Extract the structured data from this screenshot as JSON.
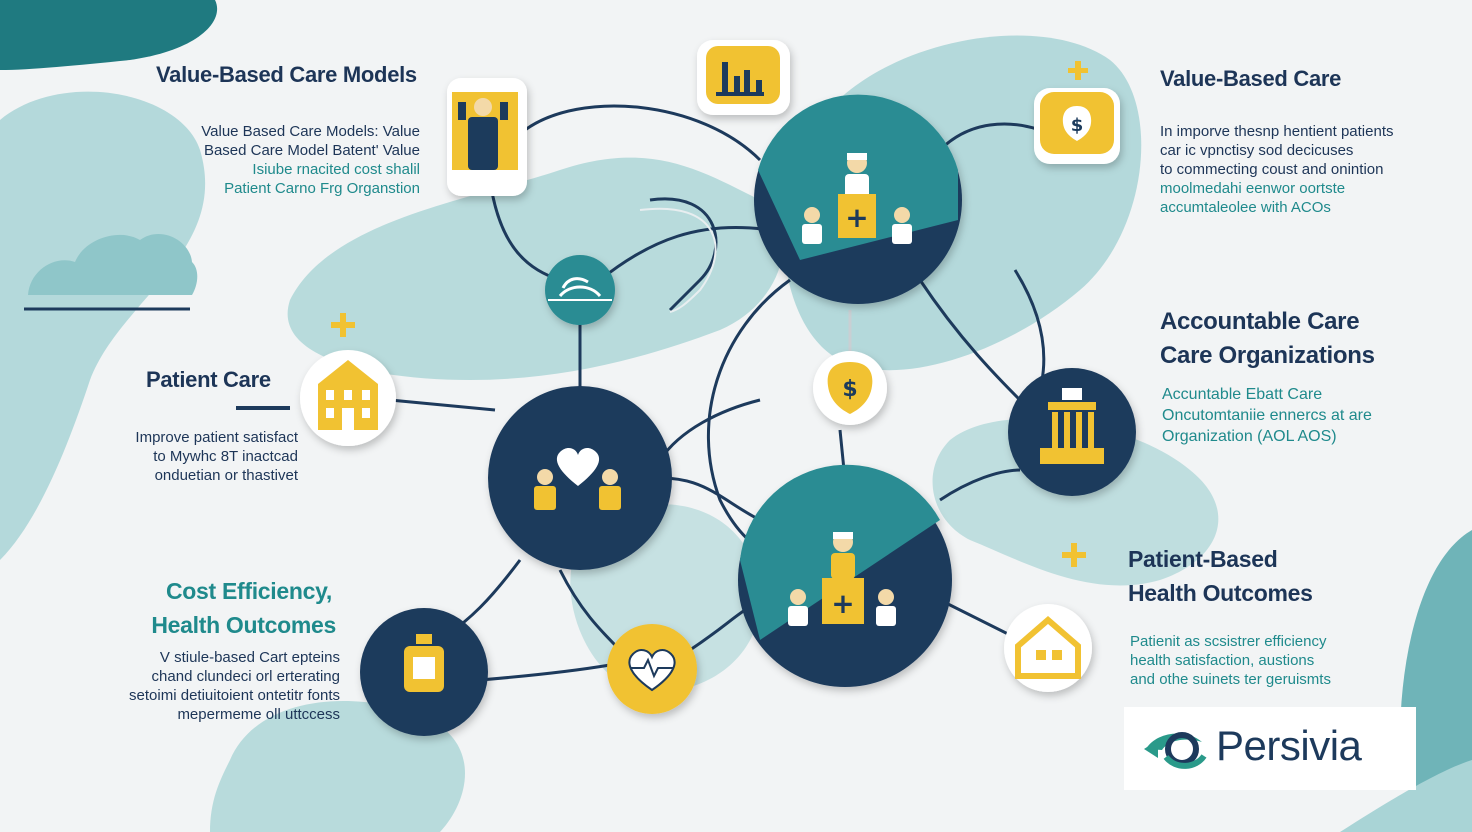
{
  "sections": {
    "value_based_care_models": {
      "title": "Value-Based Care Models",
      "lines": [
        "Value Based Care Models: Value",
        "Based Care Model Batent' Value",
        "Isiube rnacited cost shalil",
        "Patient Carno Frg Organstion"
      ]
    },
    "patient_care": {
      "title": "Patient Care",
      "lines": [
        "Improve patient satisfact",
        "to Mywhc  8T inactcad",
        "onduetian or thastivet"
      ]
    },
    "cost_efficiency": {
      "title_line1": "Cost Efficiency,",
      "title_line2": "Health Outcomes",
      "lines": [
        "V stiule-based Cart epteins",
        "chand clundeci orl erterating",
        "setoimi detiuitoient ontetitr fonts",
        "mepermeme oll uttccess"
      ]
    },
    "value_based_care": {
      "title": "Value-Based Care",
      "lines": [
        "In imporve thesnp hentient patients",
        "car ic vpnctisy sod decicuses",
        "to commecting coust and onintion",
        "moolmedahi eenwor oortste",
        "accumtaleolee with ACOs"
      ]
    },
    "accountable_care": {
      "title_line1": "Accountable Care",
      "title_line2": "Care Organizations",
      "lines": [
        "Accuntable Ebatt Care",
        "Oncutomtaniie ennercs at are",
        "Organization (AOL AOS)"
      ]
    },
    "patient_based_outcomes": {
      "title_line1": "Patient-Based",
      "title_line2": "Health Outcomes",
      "lines": [
        "Patienit as scsistrer efficiency",
        "health satisfaction, austions",
        "and othe suinets ter geruismts"
      ]
    }
  },
  "logo": {
    "text": "Persivia"
  },
  "icons": [
    "team-icon",
    "chart-icon",
    "dollar-badge-icon",
    "hospital-icon",
    "handshake-icon",
    "doctor-patients-icon",
    "heart-care-icon",
    "courthouse-icon",
    "medicine-bottle-icon",
    "heartbeat-icon",
    "home-care-icon",
    "plus-icon"
  ],
  "colors": {
    "navy": "#1d3a5c",
    "teal": "#2a8c93",
    "light_teal": "#a9d4d6",
    "gold": "#f1c232",
    "white": "#ffffff",
    "background": "#f2f4f5"
  }
}
